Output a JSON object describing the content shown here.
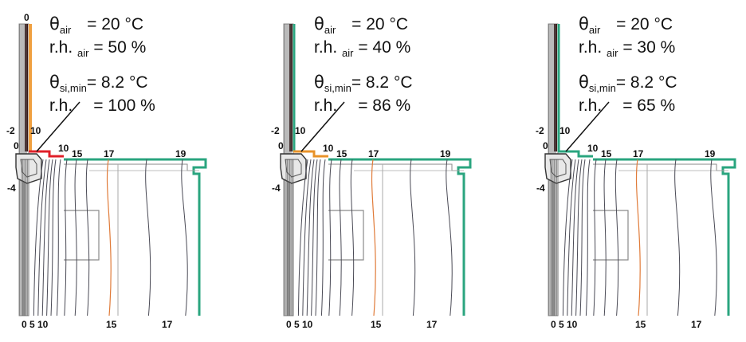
{
  "panels": [
    {
      "theta_air_sym": "θ",
      "air_sub": "air",
      "theta_air_value": "= 20 °C",
      "rh_label": "r.h.",
      "rh_air_sub": "air",
      "rh_air_value": "= 50 %",
      "theta_si_sym": "θ",
      "si_min_sub": "si,min",
      "theta_si_value": "= 8.2 °C",
      "rh_surface_label": "r.h.",
      "rh_surface_value": "= 100 %",
      "highlight_color": "#e0202a",
      "labels": {
        "top_0": "0",
        "left_m2": "-2",
        "left_10a": "10",
        "left_0": "0",
        "top_10": "10",
        "top_15": "15",
        "top_17": "17",
        "top_19": "19",
        "left_m4": "-4",
        "bot_0": "0",
        "bot_5": "5",
        "bot_10": "10",
        "bot_15": "15",
        "bot_17": "17"
      }
    },
    {
      "theta_air_sym": "θ",
      "air_sub": "air",
      "theta_air_value": "= 20 °C",
      "rh_label": "r.h.",
      "rh_air_sub": "air",
      "rh_air_value": "= 40 %",
      "theta_si_sym": "θ",
      "si_min_sub": "si,min",
      "theta_si_value": "= 8.2 °C",
      "rh_surface_label": "r.h.",
      "rh_surface_value": "= 86 %",
      "highlight_color": "#e8932a",
      "labels": {
        "left_m2": "-2",
        "left_10a": "10",
        "left_0": "0",
        "top_10": "10",
        "top_15": "15",
        "top_17": "17",
        "top_19": "19",
        "left_m4": "-4",
        "bot_0": "0",
        "bot_5": "5",
        "bot_10": "10",
        "bot_15": "15",
        "bot_17": "17"
      }
    },
    {
      "theta_air_sym": "θ",
      "air_sub": "air",
      "theta_air_value": "= 20 °C",
      "rh_label": "r.h.",
      "rh_air_sub": "air",
      "rh_air_value": "= 30 %",
      "theta_si_sym": "θ",
      "si_min_sub": "si,min",
      "theta_si_value": "= 8.2 °C",
      "rh_surface_label": "r.h.",
      "rh_surface_value": "= 65 %",
      "highlight_color": "#2aa57f",
      "labels": {
        "left_m2": "-2",
        "left_10a": "10",
        "left_0": "0",
        "top_10": "10",
        "top_15": "15",
        "top_17": "17",
        "top_19": "19",
        "left_m4": "-4",
        "bot_0": "0",
        "bot_5": "5",
        "bot_10": "10",
        "bot_15": "15",
        "bot_17": "17"
      }
    }
  ],
  "colors": {
    "frame_teal": "#2aa57f",
    "isotherm_dark": "#4a4a55",
    "isotherm_orange": "#e07b39",
    "glass_dark": "#3a1a1a",
    "structure_grey": "#8a8a8a"
  }
}
